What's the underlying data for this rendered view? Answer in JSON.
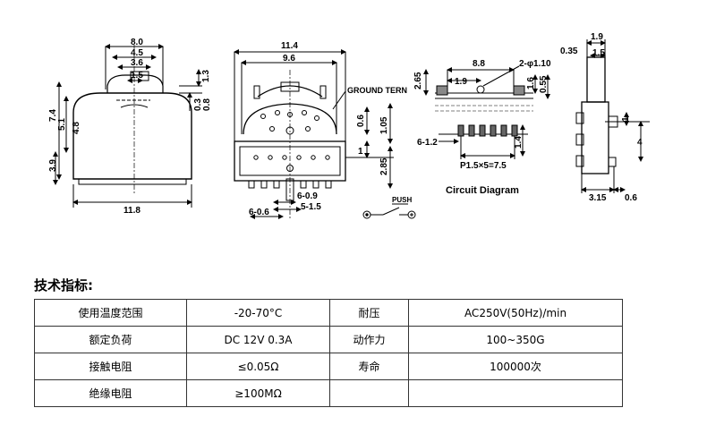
{
  "drawing": {
    "front_dims": {
      "w_8_0": "8.0",
      "w_4_5": "4.5",
      "w_3_6": "3.6",
      "w_1_5": "1.5",
      "h_1_3": "1.3",
      "h_0_3": "0.3",
      "h_0_8": "0.8",
      "h_7_4": "7.4",
      "h_5_1": "5.1",
      "h_4_8": "4.8",
      "h_3_9": "3.9",
      "w_11_8": "11.8"
    },
    "top_dims": {
      "w_11_4": "11.4",
      "w_9_6": "9.6",
      "ground_term": "GROUND TERN",
      "d_0_6": "0.6",
      "d_1_05": "1.05",
      "d_1": "1",
      "d_2_85": "2.85",
      "d_6_0_9": "6-0.9",
      "d_5_1_5": "5-1.5",
      "d_6_0_6": "6-0.6"
    },
    "pcb_dims": {
      "d_8_8": "8.8",
      "d_hole": "2-φ1.10",
      "d_2_65": "2.65",
      "d_1_9": "1.9",
      "d_1_6": "1.6",
      "d_0_55": "0.55",
      "d_6_1_2": "6-1.2",
      "d_1_4": "1.4",
      "pitch": "P1.5×5=7.5"
    },
    "circuit": {
      "push": "PUSH",
      "title": "Circuit Diagram"
    },
    "side_dims": {
      "d_1_9": "1.9",
      "d_0_35": "0.35",
      "d_1_5": "1.5",
      "d_1": "1",
      "d_4": "4",
      "d_3_15": "3.15",
      "d_0_6": "0.6"
    }
  },
  "spec": {
    "heading": "技术指标:",
    "rows": [
      [
        "使用温度范围",
        "-20-70°C",
        "耐压",
        "AC250V(50Hz)/min"
      ],
      [
        "额定负荷",
        "DC 12V 0.3A",
        "动作力",
        "100~350G"
      ],
      [
        "接触电阻",
        "≤0.05Ω",
        "寿命",
        "100000次"
      ],
      [
        "绝缘电阻",
        "≥100MΩ",
        "",
        ""
      ]
    ]
  }
}
